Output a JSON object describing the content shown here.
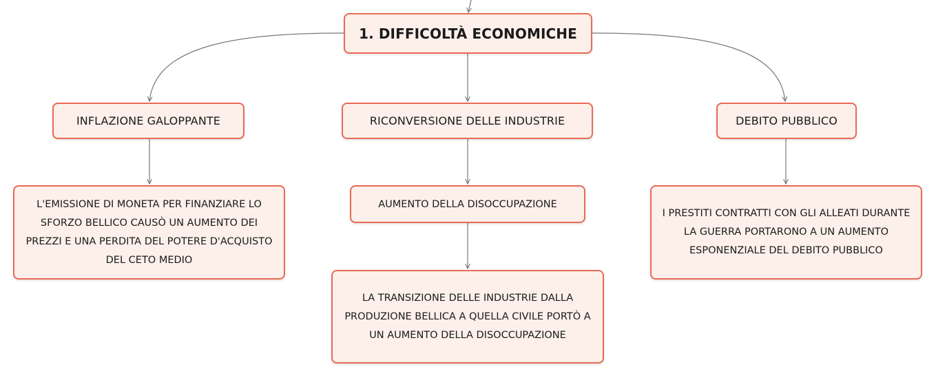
{
  "map": {
    "root": {
      "label": "1. DIFFICOLTÀ ECONOMICHE"
    },
    "branches": {
      "inflazione": {
        "label": "INFLAZIONE GALOPPANTE",
        "detail": "L'EMISSIONE DI MONETA PER FINANZIARE LO SFORZO BELLICO CAUSÒ UN AUMENTO DEI PREZZI E UNA PERDITA DEL POTERE D'ACQUISTO DEL CETO MEDIO"
      },
      "riconversione": {
        "label": "RICONVERSIONE DELLE INDUSTRIE",
        "child": "AUMENTO DELLA DISOCCUPAZIONE",
        "detail": "LA TRANSIZIONE DELLE INDUSTRIE DALLA PRODUZIONE BELLICA A QUELLA CIVILE PORTÒ A UN AUMENTO DELLA DISOCCUPAZIONE"
      },
      "debito": {
        "label": "DEBITO PUBBLICO",
        "detail": "I PRESTITI CONTRATTI CON GLI ALLEATI DURANTE LA GUERRA PORTARONO A UN AUMENTO ESPONENZIALE DEL DEBITO PUBBLICO"
      }
    }
  },
  "colors": {
    "node_border": "#e86a55",
    "node_fill": "#fdf0ea",
    "connector": "#777777",
    "text": "#1a1a1a"
  }
}
